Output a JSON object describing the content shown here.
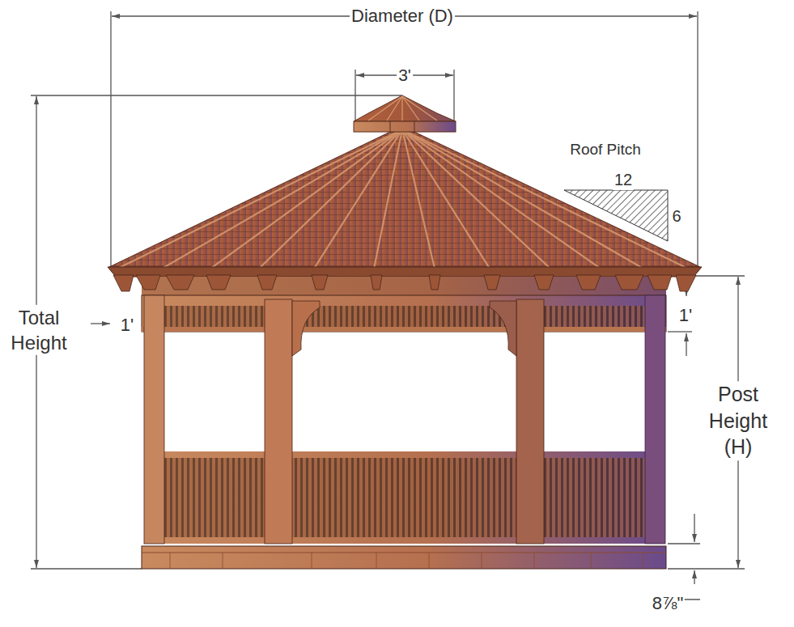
{
  "diagram": {
    "labels": [
      "Diameter (D)",
      "3'",
      "Roof Pitch",
      "12",
      "6",
      "Total Height",
      "1'",
      "1'",
      "Post Height (H)",
      "8⅞\""
    ]
  }
}
